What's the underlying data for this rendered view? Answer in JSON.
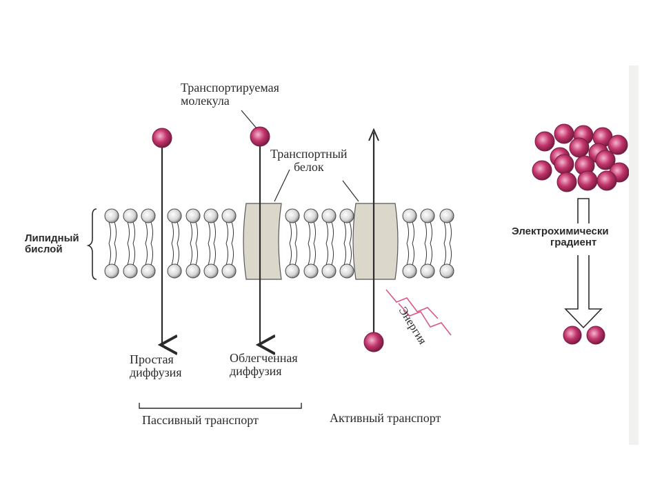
{
  "labels": {
    "transported_molecule": [
      "Транспортируемая",
      "молекула"
    ],
    "transport_protein": [
      "Транспортный",
      "белок"
    ],
    "lipid_bilayer": [
      "Липидный",
      "бислой"
    ],
    "simple_diffusion": [
      "Простая",
      "диффузия"
    ],
    "facilitated_diffusion": [
      "Облегченная",
      "диффузия"
    ],
    "passive_transport": "Пассивный транспорт",
    "active_transport": "Активный транспорт",
    "energy": "Энергия",
    "electrochemical_gradient": [
      "Электрохимически",
      "градиент"
    ]
  },
  "colors": {
    "molecule": "#c2356c",
    "protein": "#dcd7cb",
    "lipid_head": "#e8e8e8",
    "line": "#2a2a2a",
    "energy": "#d9588a"
  }
}
